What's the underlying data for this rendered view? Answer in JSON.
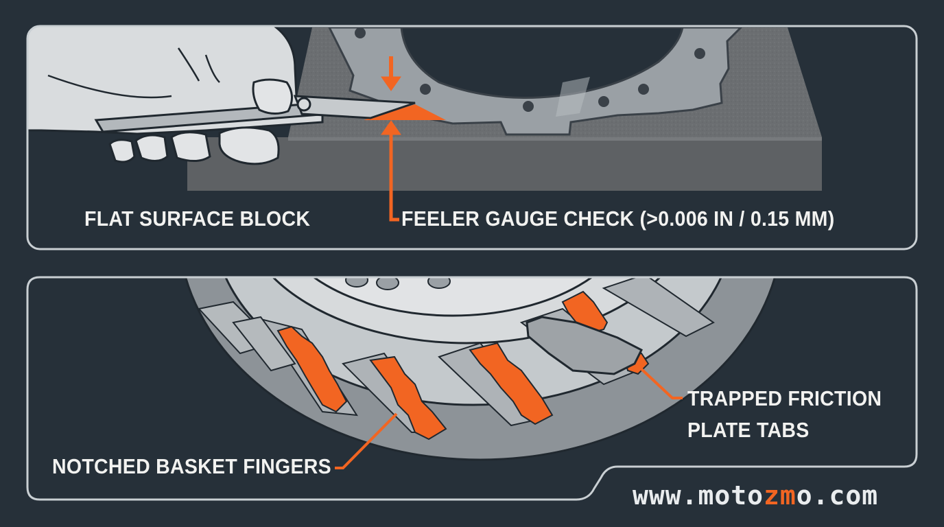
{
  "top_panel": {
    "label_block": "FLAT SURFACE BLOCK",
    "label_gauge": "FEELER GAUGE CHECK (>0.006 IN / 0.15 MM)"
  },
  "bottom_panel": {
    "label_fingers": "NOTCHED BASKET FINGERS",
    "label_tabs": "TRAPPED FRICTION PLATE TABS"
  },
  "brand": {
    "prefix": "www.moto",
    "accent": "zm",
    "suffix": "o.com"
  },
  "colors": {
    "background": "#263039",
    "accent": "#f26522",
    "panel_border": "#c9cfd3",
    "metal": "#9aa0a5"
  }
}
